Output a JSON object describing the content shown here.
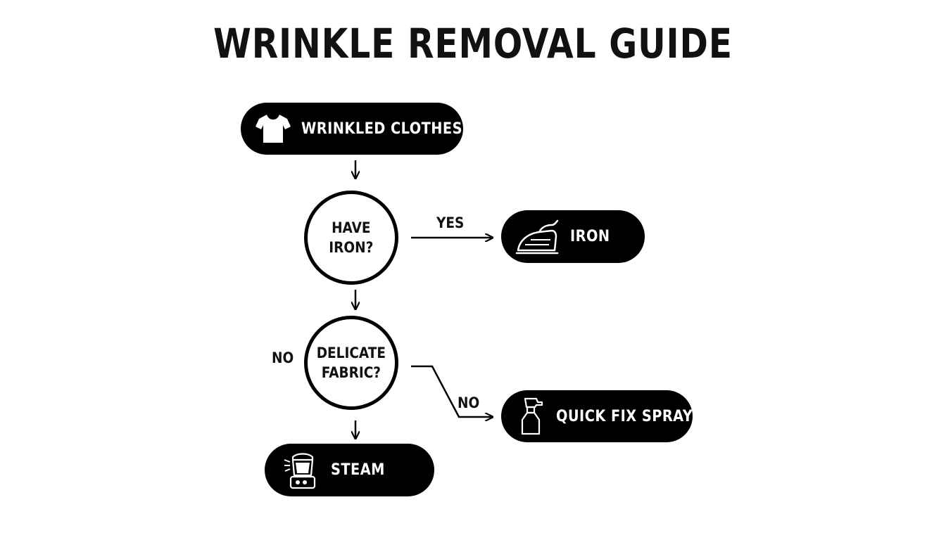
{
  "title": "WRINKLE REMOVAL GUIDE",
  "nodes": {
    "start": {
      "label": "WRINKLED CLOTHES?",
      "icon": "t-shirt-icon"
    },
    "have_iron": {
      "label": "HAVE\nIRON?"
    },
    "iron": {
      "label": "IRON",
      "icon": "iron-icon"
    },
    "delicate": {
      "label": "DELICATE\nFABRIC?"
    },
    "spray": {
      "label": "QUICK FIX SPRAY",
      "icon": "spray-bottle-icon"
    },
    "steam": {
      "label": "STEAM",
      "icon": "steamer-icon"
    }
  },
  "edges": {
    "yes_label": "YES",
    "no_left_label": "NO",
    "no_right_label": "NO"
  },
  "colors": {
    "node_fill": "#000000",
    "node_text": "#ffffff",
    "line": "#000000"
  }
}
